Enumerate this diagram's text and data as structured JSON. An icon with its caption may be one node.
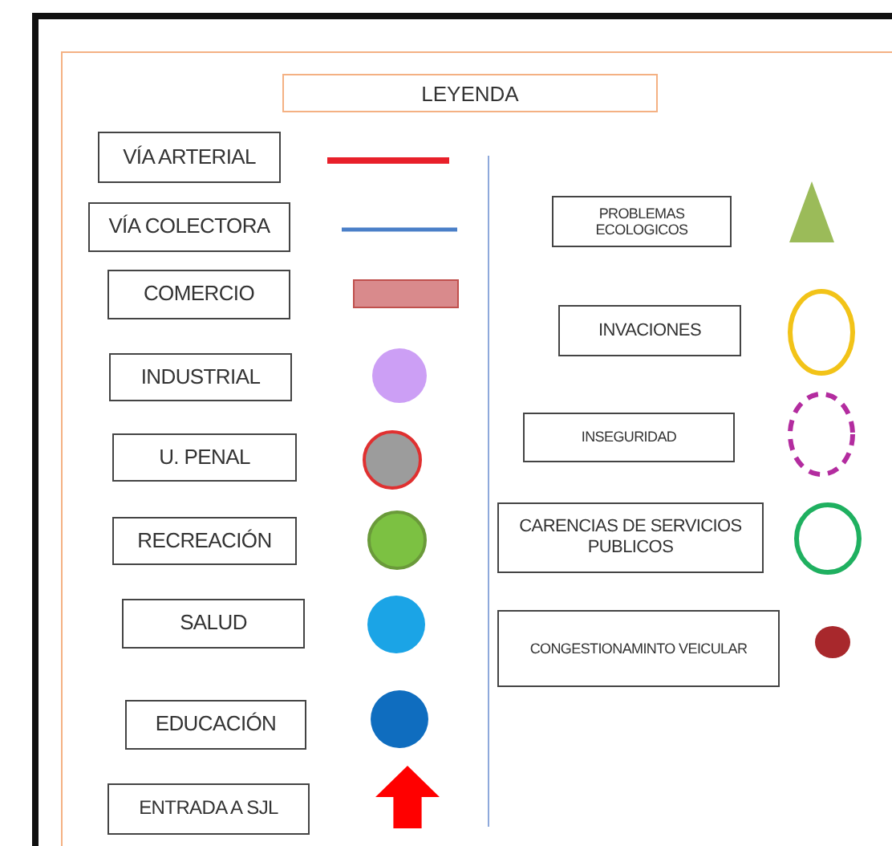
{
  "diagram": {
    "title": "LEYENDA",
    "legend": [
      {
        "text": "VÍA ARTERIAL"
      },
      {
        "text": "VÍA COLECTORA"
      },
      {
        "text": "COMERCIO",
        "color": "#d98a8c"
      },
      {
        "text": "INDUSTRIAL",
        "color": "#cc9ff5"
      },
      {
        "text": "U. PENAL",
        "color": "#9c9c9c"
      },
      {
        "text": "RECREACIÓN",
        "color": "#7cc142"
      },
      {
        "text": "SALUD",
        "color": "#1ba4e6"
      },
      {
        "text": "EDUCACIÓN",
        "color": "#0f6dbf"
      },
      {
        "text": "ENTRADA A SJL"
      },
      {
        "text": "PROBLEMAS ECOLOGICOS",
        "color": "#9bbb59"
      },
      {
        "text": "INVACIONES"
      },
      {
        "text": "INSEGURIDAD"
      },
      {
        "text": "CARENCIAS DE SERVICIOS PUBLICOS"
      },
      {
        "text": "CONGESTIONAMINTO VEICULAR",
        "color": "#a8282c"
      }
    ]
  }
}
